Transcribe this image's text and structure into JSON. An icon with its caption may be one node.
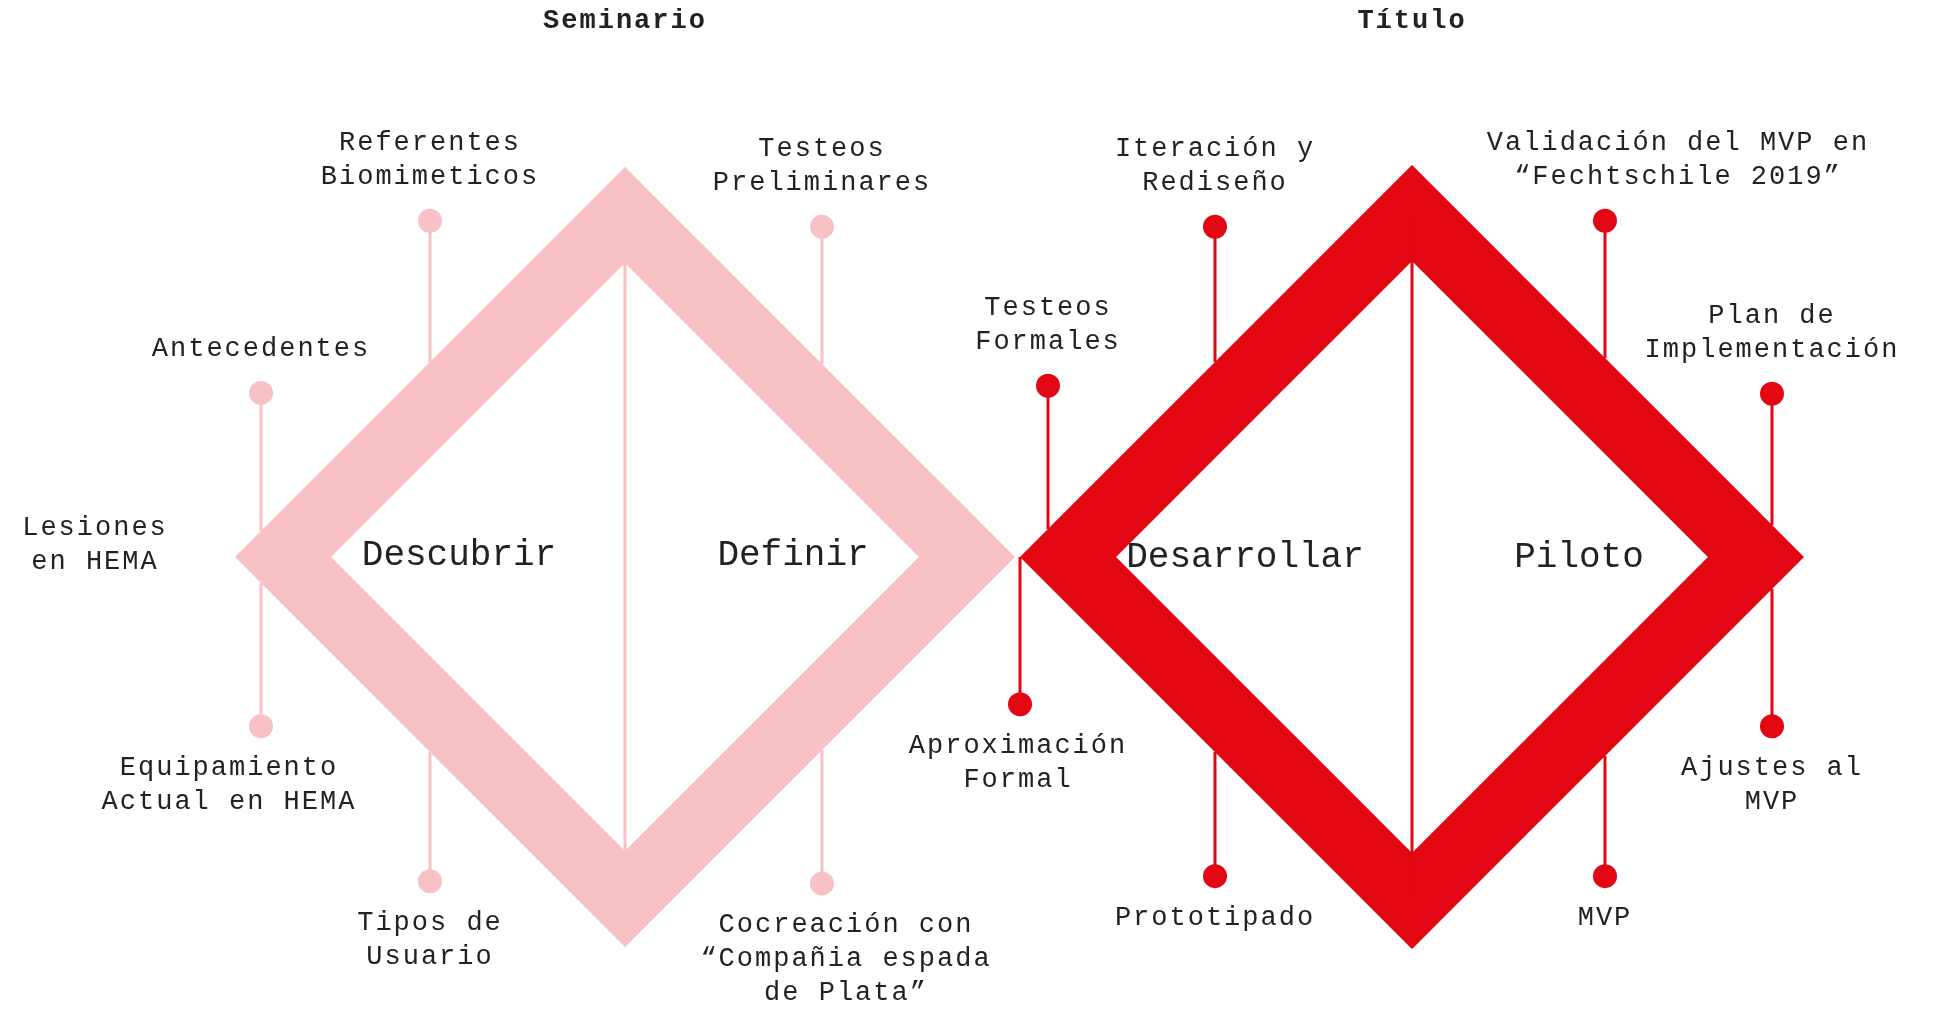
{
  "diagram": {
    "nodes": [
      {
        "text": [],
        "shape": "diamond"
      },
      {
        "text": [
          "Descubrir"
        ],
        "in": 0
      },
      {
        "text": [
          "Definir"
        ],
        "in": 0
      },
      {
        "text": [],
        "shape": "diamond"
      },
      {
        "text": [
          "Desarrollar"
        ],
        "in": 3
      },
      {
        "text": [
          "Piloto"
        ],
        "in": 3
      },
      {
        "text": [
          "Referentes Biomimeticos"
        ]
      },
      {
        "text": [
          "Testeos Preliminares"
        ]
      },
      {
        "text": [
          "Antecedentes"
        ]
      },
      {
        "text": [
          "Equipamiento Actual en HEMA"
        ]
      },
      {
        "text": [
          "Tipos de Usuario"
        ]
      },
      {
        "text": [
          "Cocreación con “Compañia espada de Plata”"
        ]
      },
      {
        "text": [
          "Testeos Formales"
        ]
      },
      {
        "text": [
          "Aproximación Formal"
        ]
      },
      {
        "text": [
          "Iteración y Rediseño"
        ]
      },
      {
        "text": [
          "Validación del MVP en “Fechtschile 2019”"
        ]
      },
      {
        "text": [
          "Plan de Implementación"
        ]
      },
      {
        "text": [
          "Ajustes al MVP"
        ]
      },
      {
        "text": [
          "Prototipado"
        ]
      },
      {
        "text": [
          "MVP"
        ]
      }
    ],
    "edges": [
      {
        "from": 6,
        "to": 0,
        "arrow": "other",
        "color": "#f7c1c6"
      },
      {
        "from": 7,
        "to": 0,
        "arrow": "other",
        "color": "#f7c1c6"
      },
      {
        "from": 8,
        "to": 0,
        "arrow": "other",
        "color": "#f7c1c6"
      },
      {
        "from": 9,
        "to": 0,
        "arrow": "other",
        "color": "#f7c1c6"
      },
      {
        "from": 10,
        "to": 0,
        "arrow": "other",
        "color": "#f7c1c6"
      },
      {
        "from": 11,
        "to": 0,
        "arrow": "other",
        "color": "#f7c1c6"
      },
      {
        "from": 12,
        "to": 3,
        "arrow": "other"
      },
      {
        "from": 13,
        "to": 3,
        "arrow": "other"
      },
      {
        "from": 14,
        "to": 3,
        "arrow": "other"
      },
      {
        "from": 15,
        "to": 3,
        "arrow": "other"
      },
      {
        "from": 16,
        "to": 3,
        "arrow": "other"
      },
      {
        "from": 17,
        "to": 3,
        "arrow": "other"
      },
      {
        "from": 18,
        "to": 3,
        "arrow": "other"
      },
      {
        "from": 19,
        "to": 3,
        "arrow": "other"
      }
    ],
    "labels": [
      "Seminario",
      "Título",
      "Lesiones en HEMA"
    ]
  }
}
